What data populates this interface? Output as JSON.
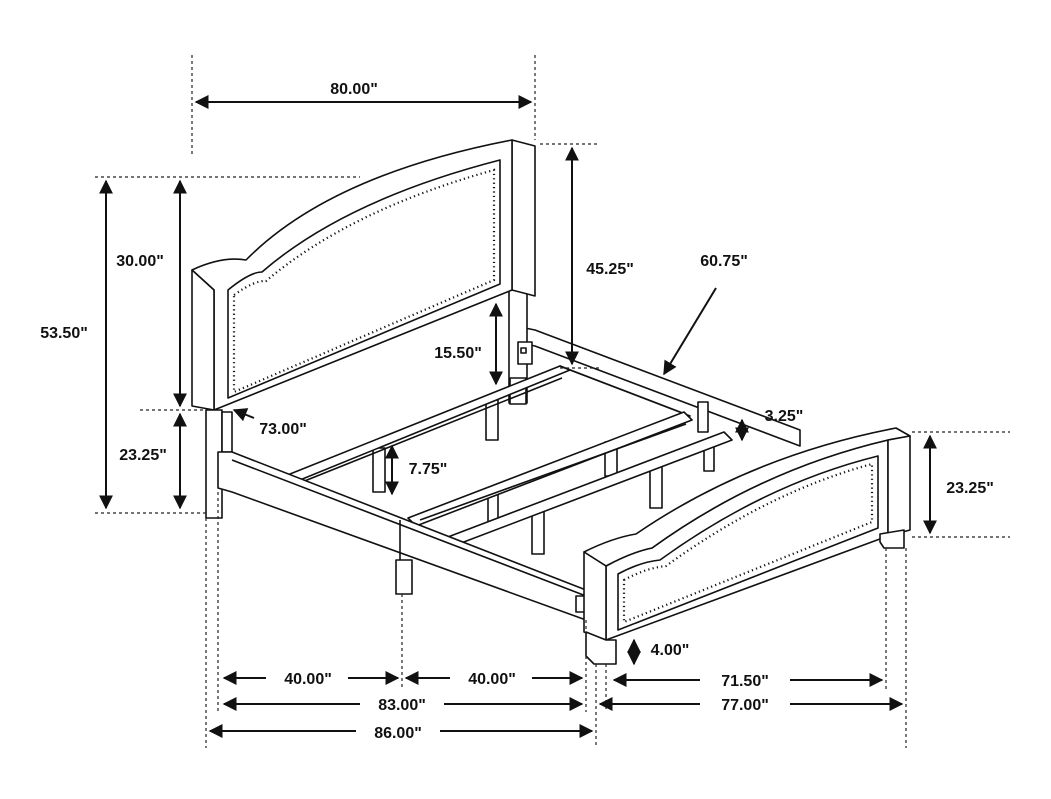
{
  "dimensions": {
    "headboard_width": "80.00\"",
    "headboard_panel_height": "30.00\"",
    "total_height": "53.50\"",
    "headboard_leg_height": "23.25\"",
    "headboard_post_height": "45.25\"",
    "side_rail_length": "60.75\"",
    "slat_clearance": "15.50\"",
    "inner_width": "73.00\"",
    "center_leg_height": "7.75\"",
    "rail_height": "3.25\"",
    "footboard_height": "23.25\"",
    "foot_leg_height": "4.00\"",
    "half_width_left": "40.00\"",
    "half_width_right": "40.00\"",
    "rail_span_width": "83.00\"",
    "overall_width": "86.00\"",
    "inner_length": "71.50\"",
    "overall_length": "77.00\""
  }
}
